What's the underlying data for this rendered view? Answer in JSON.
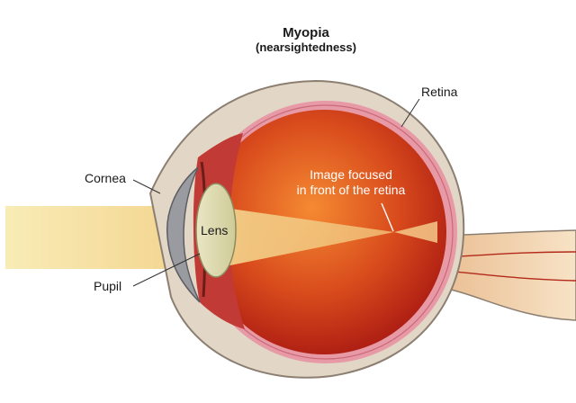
{
  "title": "Myopia",
  "subtitle": "(nearsightedness)",
  "labels": {
    "retina": "Retina",
    "cornea": "Cornea",
    "lens": "Lens",
    "pupil": "Pupil",
    "focus_line1": "Image focused",
    "focus_line2": "in front of the retina"
  },
  "colors": {
    "sclera": "#e2d6c6",
    "sclera_outline": "#8c7f72",
    "retina_pink": "#e79aa6",
    "eyeball_center": "#f27a2b",
    "eyeball_edge": "#b01d14",
    "light_beam": "#f6e7a8",
    "lens": "#dcd9b0",
    "cornea": "#9a9ba0",
    "optic_nerve": "#f2d3a8"
  }
}
